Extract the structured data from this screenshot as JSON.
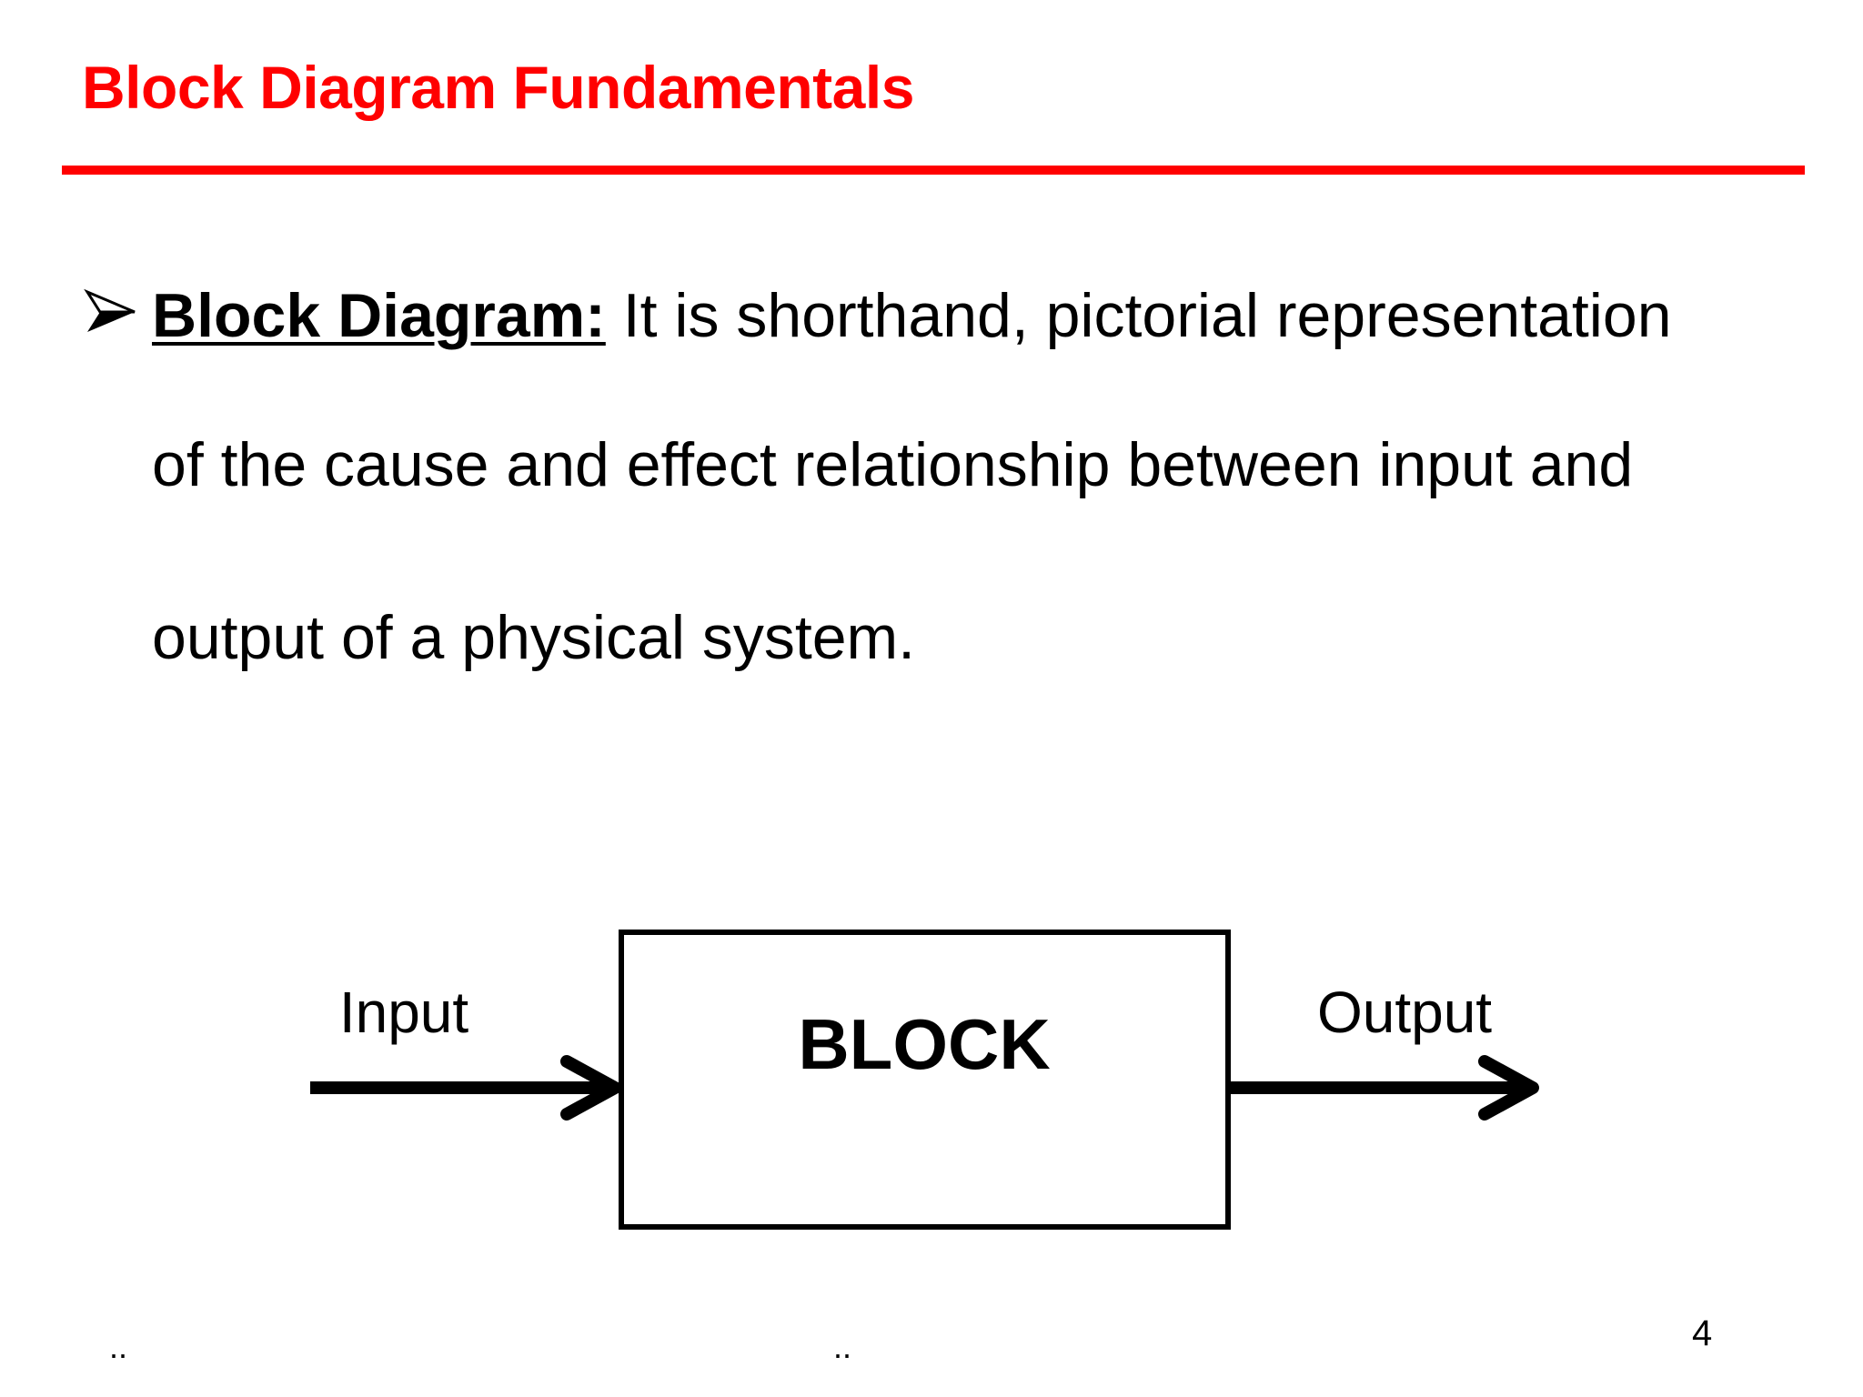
{
  "slide": {
    "title": "Block Diagram Fundamentals",
    "accent_color": "#ff0000"
  },
  "bullet": {
    "icon": "arrowhead-bullet-icon",
    "term": "Block Diagram:",
    "line1_rest": " It is shorthand, pictorial  representation",
    "line2": "of the cause and effect relationship between input and",
    "line3": "output of a physical system."
  },
  "diagram": {
    "input_label": "Input",
    "block_label": "BLOCK",
    "output_label": "Output"
  },
  "footer": {
    "left": "..",
    "center": "..",
    "page_number": "4"
  }
}
